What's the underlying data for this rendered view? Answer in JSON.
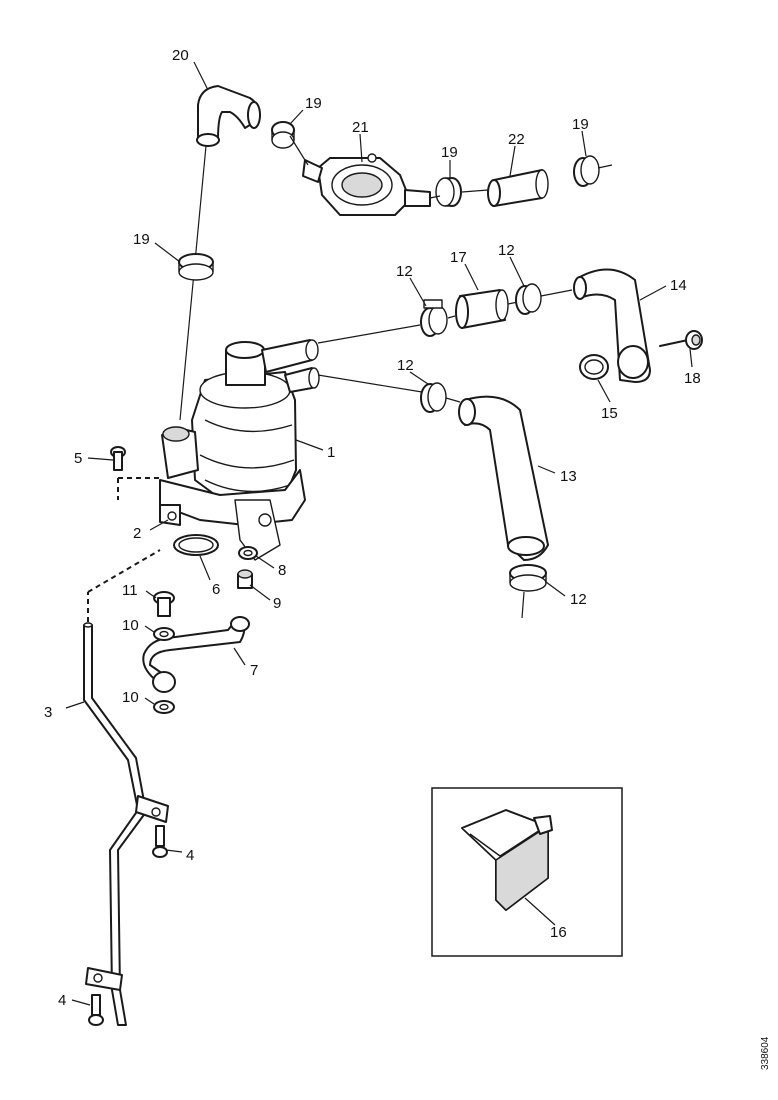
{
  "figure": {
    "reference_code": "338604",
    "callouts": [
      "1",
      "2",
      "3",
      "4",
      "4",
      "5",
      "6",
      "7",
      "8",
      "9",
      "10",
      "10",
      "11",
      "12",
      "12",
      "12",
      "12",
      "13",
      "14",
      "15",
      "16",
      "17",
      "18",
      "19",
      "19",
      "19",
      "19",
      "20",
      "21",
      "22"
    ]
  }
}
